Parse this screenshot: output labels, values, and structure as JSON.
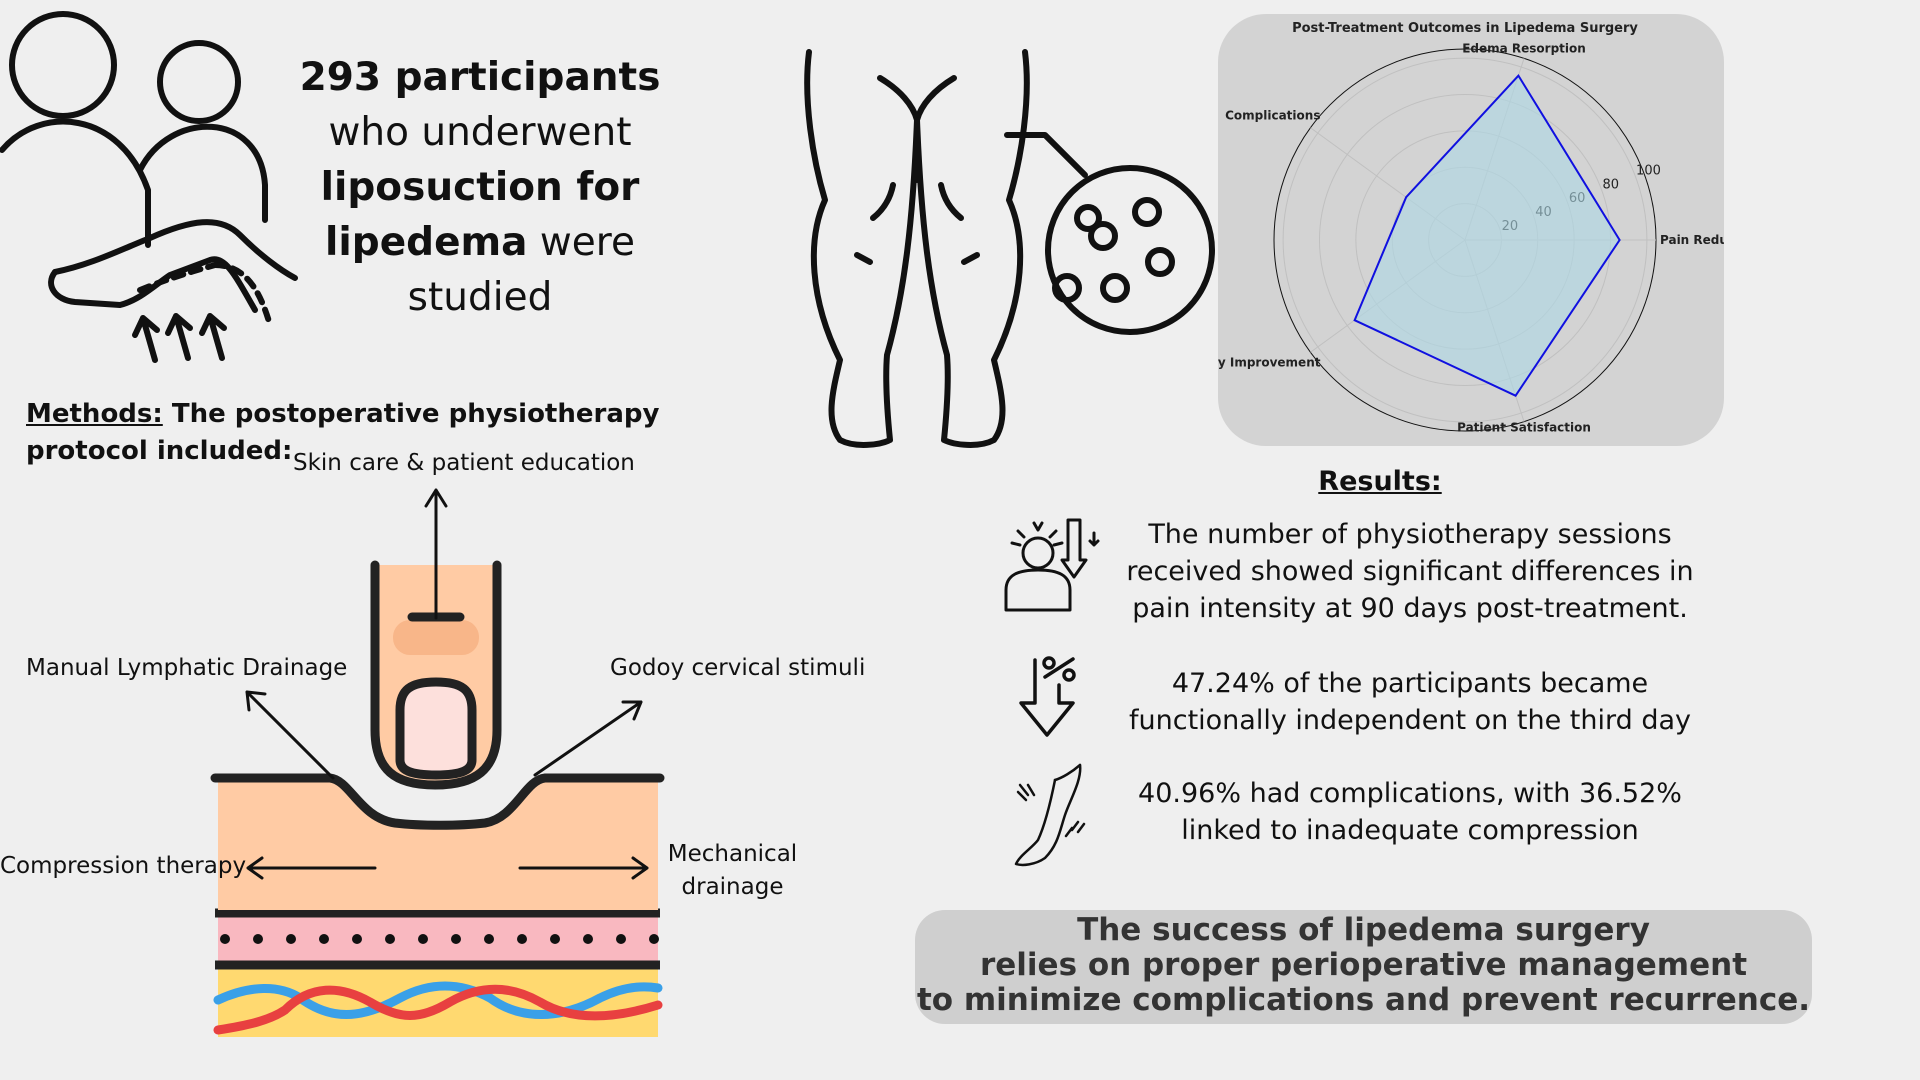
{
  "participants": {
    "line1_bold": "293 participants",
    "line2": "who underwent",
    "line3_bold": "liposuction for",
    "line4_bold": "lipedema",
    "line4_rest": " were",
    "line5": "studied"
  },
  "methods": {
    "label": "Methods:",
    "text": " The postoperative physiotherapy protocol included:"
  },
  "protocol_labels": {
    "skin_care": "Skin care & patient education",
    "manual_drainage": "Manual Lymphatic Drainage",
    "godoy": "Godoy cervical stimuli",
    "compression": "Compression therapy",
    "mechanical": "Mechanical drainage"
  },
  "results": {
    "title": "Results:",
    "items": [
      {
        "icon": "pain-head-icon",
        "text": "The number of physiotherapy sessions received showed significant differences in pain intensity at 90 days post-treatment."
      },
      {
        "icon": "percent-down-arrow-icon",
        "text": "47.24% of the participants became functionally independent on the third day"
      },
      {
        "icon": "leg-compression-icon",
        "text": "40.96% had complications, with 36.52% linked to inadequate compression"
      }
    ]
  },
  "conclusion": {
    "line1": "The success of lipedema surgery",
    "line2": "relies on proper perioperative management",
    "line3": "to minimize complications and prevent recurrence."
  },
  "colors": {
    "background": "#efefef",
    "skin": "#ffcba4",
    "radar_line": "#1010e0",
    "radar_fill": "#add8e6",
    "panel": "#d3d3d3",
    "vessel_red": "#e84040",
    "vessel_blue": "#3aa0e8",
    "fat_yellow": "#ffd970",
    "dermis_pink": "#f9b8c0"
  },
  "chart_data": {
    "type": "radar",
    "title": "Post-Treatment Outcomes in Lipedema Surgery",
    "categories": [
      "Pain Reduction",
      "Edema Resorption",
      "Complications",
      "Mobility Improvement",
      "Patient Satisfaction"
    ],
    "values": [
      85,
      95,
      40,
      75,
      90
    ],
    "rlim": [
      0,
      105
    ],
    "rticks": [
      20,
      40,
      60,
      80,
      100
    ],
    "grid": true
  }
}
